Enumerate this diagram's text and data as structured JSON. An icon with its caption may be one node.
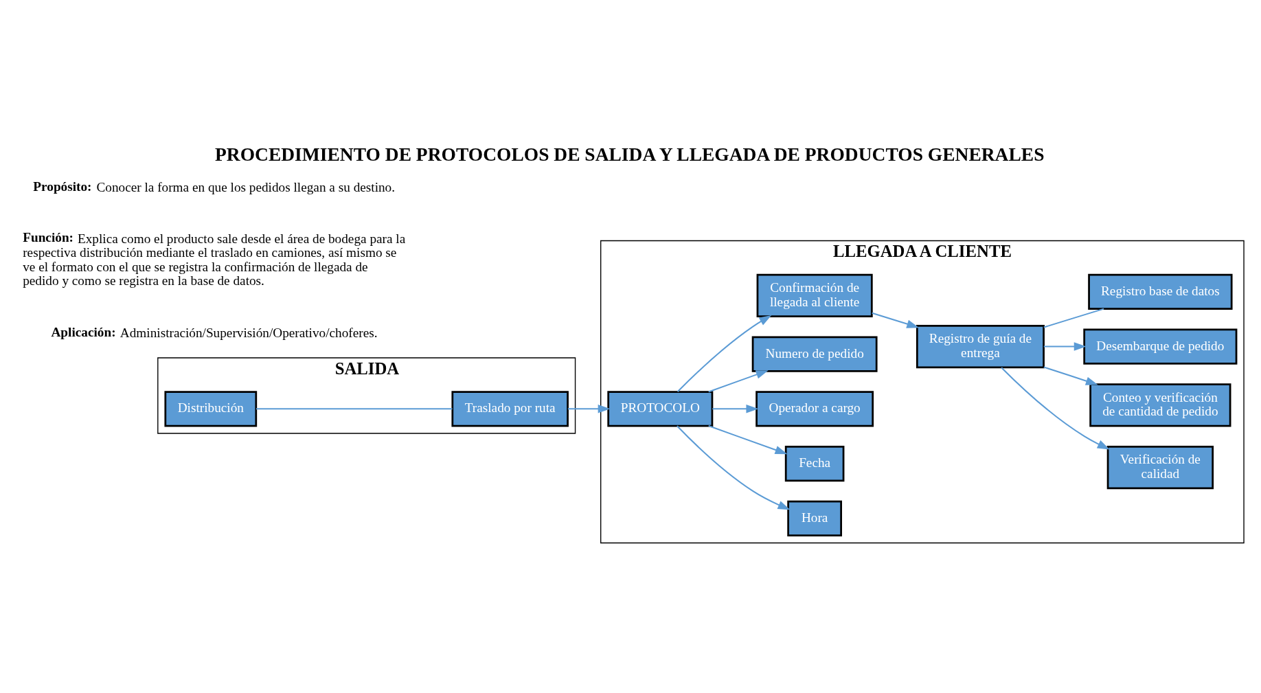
{
  "diagram": {
    "title": "PROCEDIMIENTO DE PROTOCOLOS DE SALIDA Y LLEGADA DE PRODUCTOS GENERALES",
    "nodes": [
      {
        "text": [
          "SALIDA"
        ]
      },
      {
        "text": [
          "Distribución"
        ],
        "in": 0
      },
      {
        "text": [
          "Traslado por ruta"
        ],
        "in": 0
      },
      {
        "text": [
          "LLEGADA A CLIENTE"
        ]
      },
      {
        "text": [
          "PROTOCOLO"
        ],
        "in": 3
      },
      {
        "text": [
          "Hora"
        ],
        "in": 3
      },
      {
        "text": [
          "Fecha"
        ],
        "in": 3
      },
      {
        "text": [
          "Operador a cargo"
        ],
        "in": 3
      },
      {
        "text": [
          "Numero de pedido"
        ],
        "in": 3
      },
      {
        "text": [
          "Confirmación de llegada al cliente"
        ],
        "in": 3
      },
      {
        "text": [
          "Verificación de calidad"
        ],
        "in": 3
      },
      {
        "text": [
          "Conteo y verificación de cantidad de pedido"
        ],
        "in": 3
      },
      {
        "text": [
          "Desembarque de pedido"
        ],
        "in": 3
      },
      {
        "text": [
          "Registro de guía de entrega"
        ],
        "in": 3
      },
      {
        "text": [
          "Registro base de datos"
        ],
        "in": 3
      }
    ],
    "edges": [
      {
        "from": 1,
        "to": 2,
        "arrow": "none"
      },
      {
        "from": 2,
        "to": 4,
        "arrow": "to"
      },
      {
        "from": 4,
        "to": 5,
        "arrow": "to"
      },
      {
        "from": 4,
        "to": 6,
        "arrow": "to"
      },
      {
        "from": 4,
        "to": 7,
        "arrow": "to"
      },
      {
        "from": 4,
        "to": 8,
        "arrow": "to"
      },
      {
        "from": 4,
        "to": 9,
        "arrow": "to"
      },
      {
        "from": 9,
        "to": 13,
        "arrow": "to"
      },
      {
        "from": 13,
        "to": 10,
        "arrow": "to"
      },
      {
        "from": 13,
        "to": 11,
        "arrow": "to"
      },
      {
        "from": 13,
        "to": 12,
        "arrow": "to"
      },
      {
        "from": 13,
        "to": 14,
        "arrow": "none"
      }
    ],
    "labels": [
      "**Propósito:** Conocer la forma en que los pedidos llegan a su destino.",
      "**Función:** Explica como el producto sale desde el área de bodega para la respectiva distribución mediante el traslado en camiones, así mismo se ve el formato con el que se registra la confirmación de llegada de pedido y como se registra en la base de datos.",
      "**Aplicación:** Administración/Supervisión/Operativo/choferes."
    ]
  }
}
